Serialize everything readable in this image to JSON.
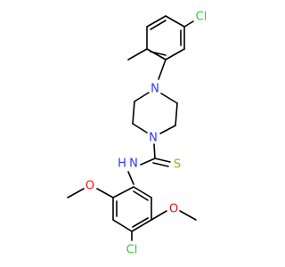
{
  "colors": {
    "background": "#ffffff",
    "bond": "#000000",
    "chlorine": "#33cc33",
    "nitrogen": "#3333ff",
    "oxygen": "#ff0d0d",
    "sulfur": "#b5a800",
    "hydrogen_on_nitrogen": "#3333ff"
  },
  "atoms": {
    "cl_top": "Cl",
    "n_piperazine_top": "N",
    "n_piperazine_bottom": "N",
    "s_thione": "S",
    "nh": "H",
    "nh_n": "N",
    "o_left": "O",
    "o_right": "O",
    "cl_bottom": "Cl"
  }
}
